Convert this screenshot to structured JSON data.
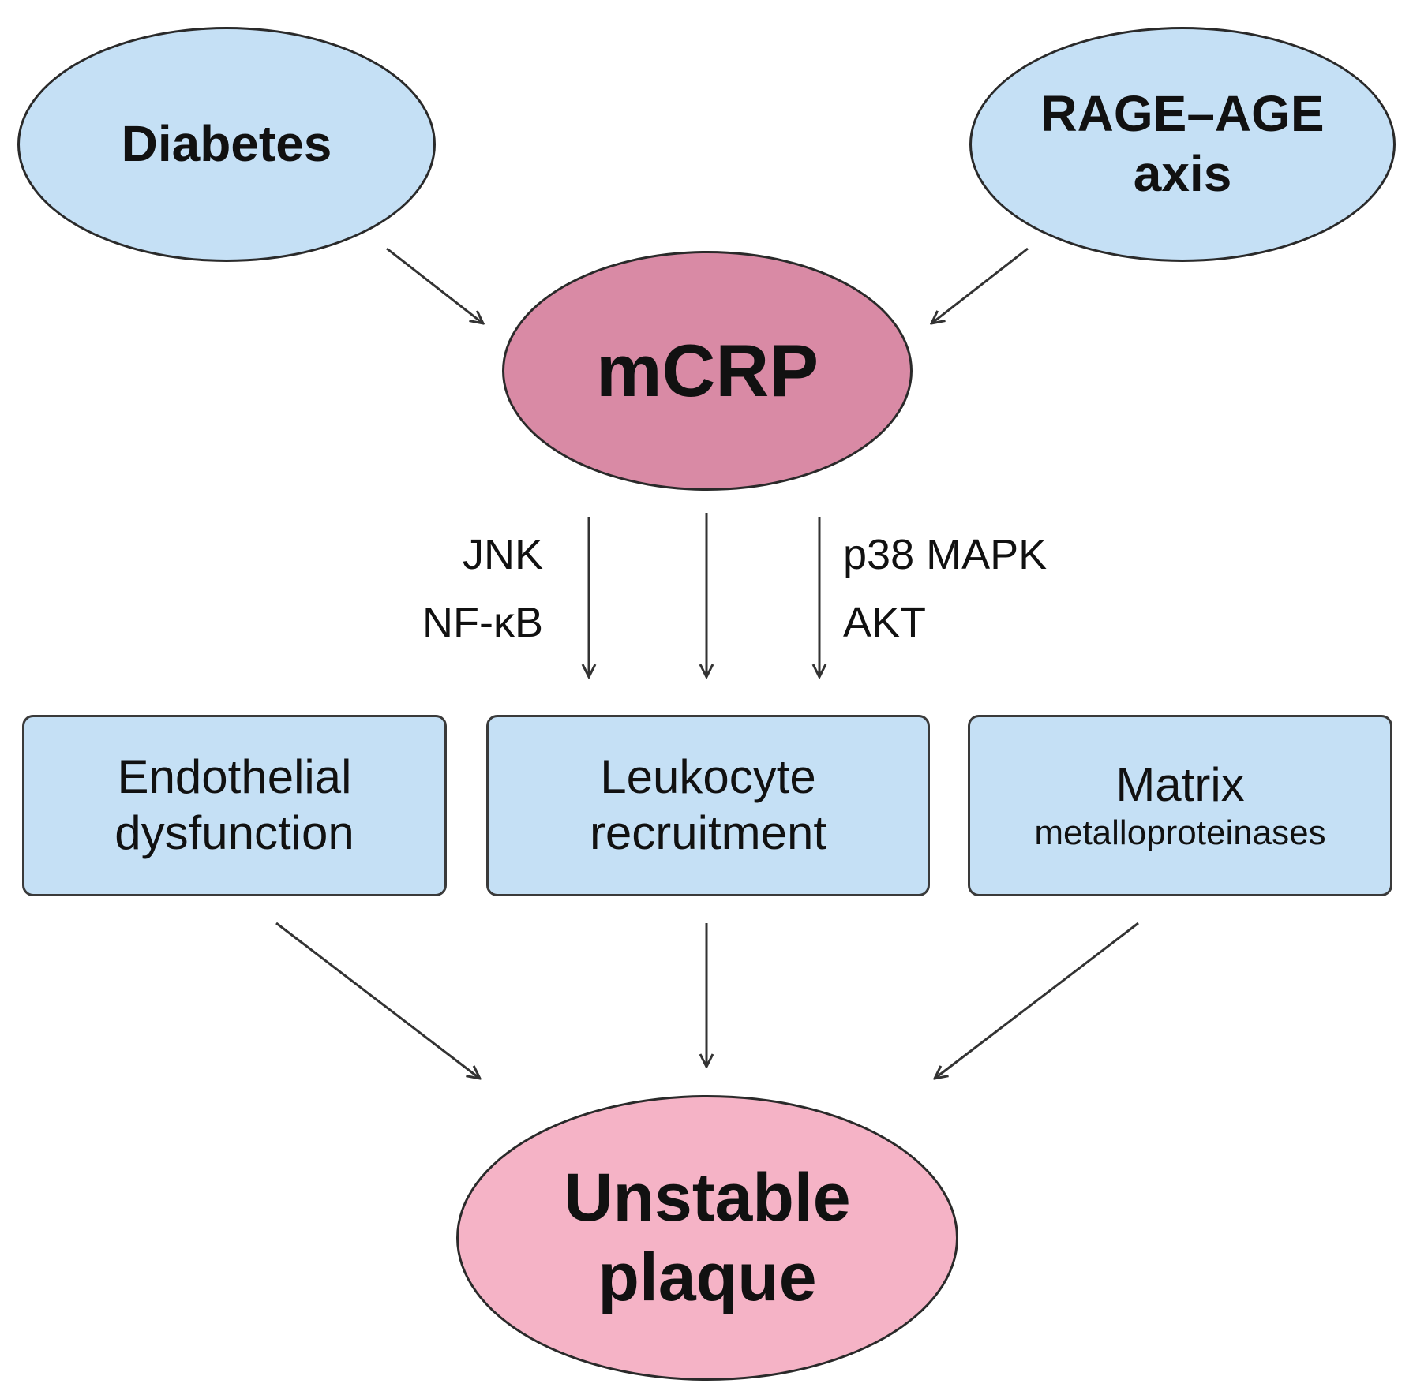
{
  "nodes": {
    "diabetes": {
      "lines": [
        "Diabetes"
      ]
    },
    "rage_age": {
      "lines": [
        "RAGE–AGE",
        "axis"
      ]
    },
    "mcrp": {
      "lines": [
        "mCRP"
      ]
    },
    "endothelial": {
      "lines": [
        "Endothelial",
        "dysfunction"
      ]
    },
    "leukocyte": {
      "lines": [
        "Leukocyte",
        "recruitment"
      ]
    },
    "matrix": {
      "lines": [
        "Matrix",
        "metalloproteinases"
      ]
    },
    "unstable": {
      "lines": [
        "Unstable",
        "plaque"
      ]
    }
  },
  "pathway_labels": {
    "left": [
      "JNK",
      "NF-κB"
    ],
    "right": [
      "p38 MAPK",
      "AKT"
    ]
  },
  "colors": {
    "blue_fill": "#c5e0f5",
    "mcrp_fill": "#d98aa5",
    "plaque_fill": "#f5b3c6",
    "stroke": "#2a2a2a"
  }
}
